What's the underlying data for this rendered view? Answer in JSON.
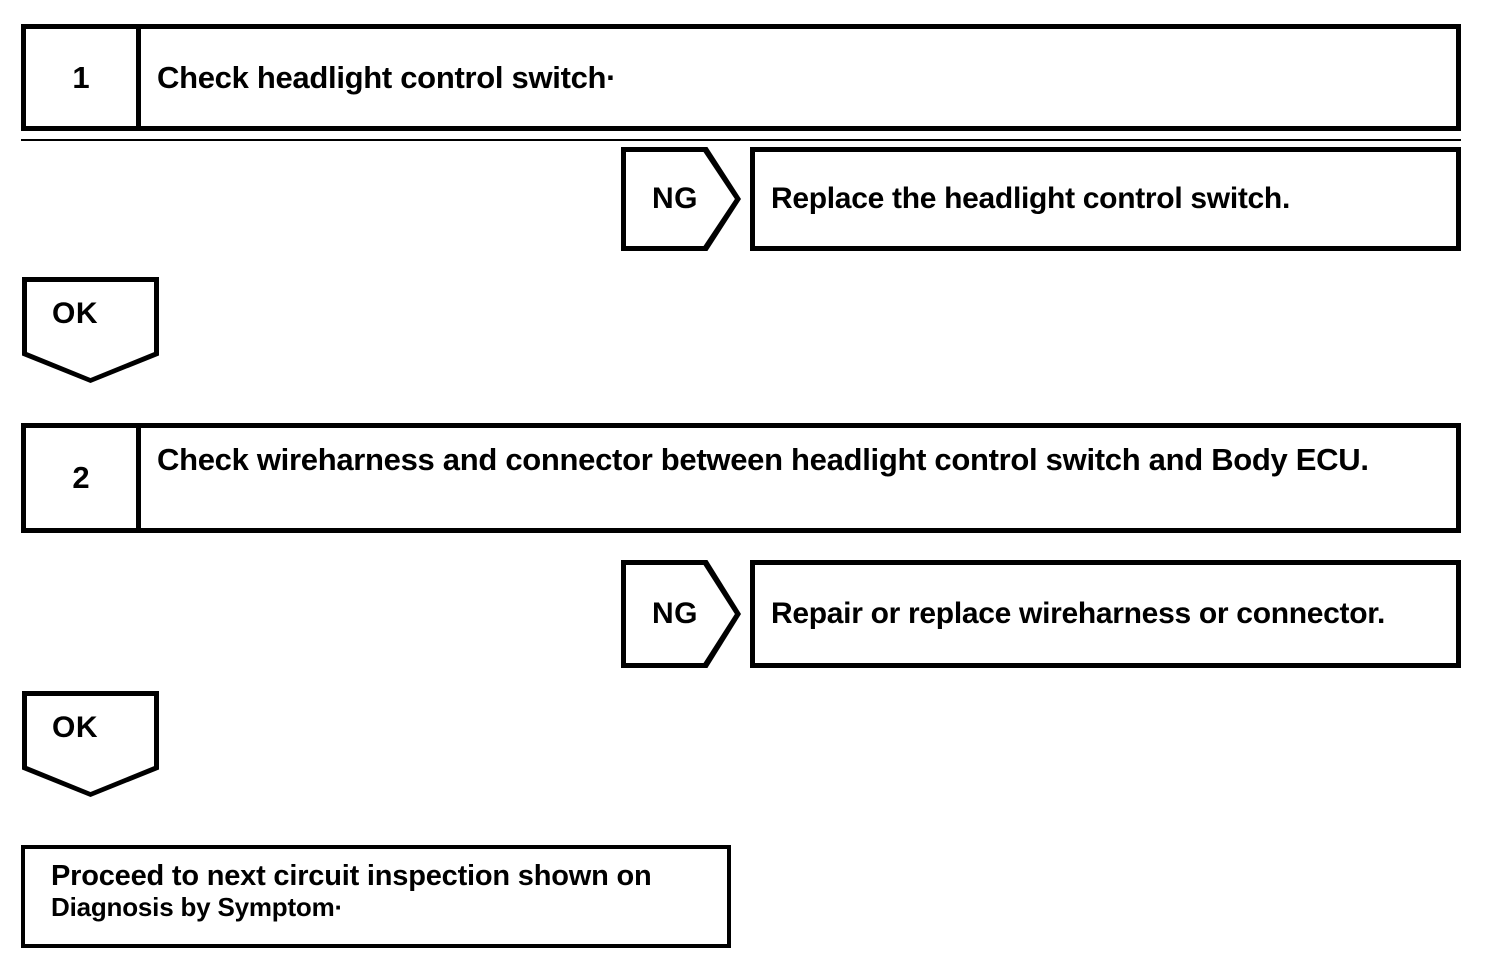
{
  "diagram": {
    "type": "troubleshooting-flowchart",
    "title": "",
    "steps": [
      {
        "number": "1",
        "instruction": "Check headlight control switch·",
        "ng_label": "NG",
        "ng_action": "Replace the headlight control switch.",
        "ok_label": "OK"
      },
      {
        "number": "2",
        "instruction": "Check wireharness and connector between headlight control switch and Body ECU.",
        "ng_label": "NG",
        "ng_action": "Repair or replace wireharness or connector.",
        "ok_label": "OK"
      }
    ],
    "final": {
      "line1": "Proceed to next circuit inspection shown on",
      "line2": "Diagnosis by Symptom·"
    },
    "colors": {
      "ink": "#000000",
      "paper": "#ffffff"
    }
  }
}
